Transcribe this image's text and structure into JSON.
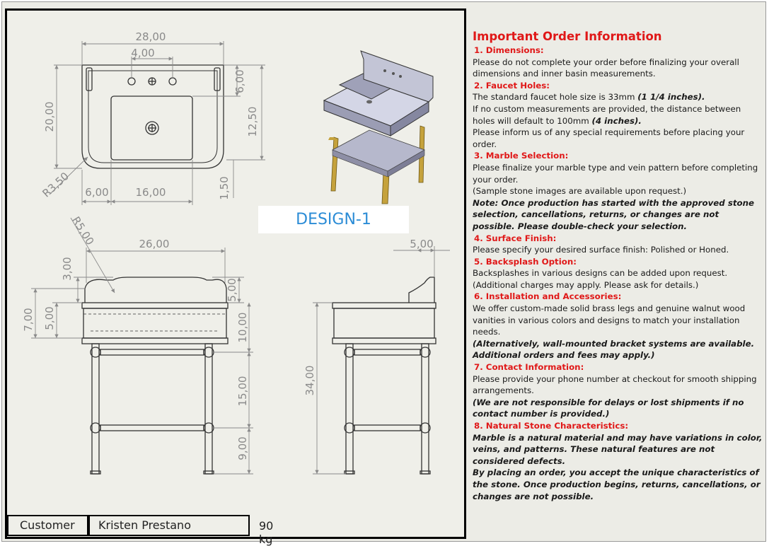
{
  "dimensions": {
    "top_view": {
      "width": "28,00",
      "hole_spacing": "4,00",
      "depth": "20,00",
      "rear_offset": "6,00",
      "front_depth": "12,50",
      "radius": "R3,50",
      "left_offset": "6,00",
      "basin_width": "16,00",
      "front_lip": "1,50"
    },
    "front_view": {
      "radius": "R5,00",
      "apron_width": "26,00",
      "backsplash_height": "3,00",
      "total_top": "7,00",
      "apron": "5,00",
      "right_top": "5,00",
      "skirt": "10,00",
      "mid_legs": "15,00",
      "lower_legs": "9,00"
    },
    "side_view": {
      "backsplash_depth": "5,00",
      "height": "34,00"
    }
  },
  "design_label": "DESIGN-1",
  "title_block": {
    "customer_label": "Customer",
    "customer_name": "Kristen Prestano",
    "weight": "90 kg"
  },
  "info": {
    "title": "Important Order Information",
    "sections": [
      {
        "heading": "1. Dimensions:",
        "lines": [
          "Please do not complete your order before finalizing your overall dimensions and inner basin measurements."
        ]
      },
      {
        "heading": "2. Faucet Holes:",
        "p1": "The standard faucet hole size is 33mm ",
        "p1b": "(1 1/4 inches).",
        "p2": "If no custom measurements are provided, the distance between holes will default to 100mm ",
        "p2b": "(4 inches).",
        "p3": "Please inform us of any special requirements before placing your order."
      },
      {
        "heading": "3. Marble Selection:",
        "p1": "Please finalize your marble type and vein pattern before completing your order.",
        "p2": "(Sample stone images are available upon request.)",
        "bold": "Note: Once production has started with the approved stone selection, cancellations, returns, or changes are not possible. Please double-check your selection."
      },
      {
        "heading": "4. Surface Finish:",
        "p1": "Please specify your desired surface finish: Polished or Honed."
      },
      {
        "heading": "5. Backsplash Option:",
        "p1": "Backsplashes in various designs can be added upon request.",
        "p2": "(Additional charges may apply. Please ask for details.)"
      },
      {
        "heading": "6. Installation and Accessories:",
        "p1": "We offer custom-made solid brass legs and genuine walnut wood vanities in various colors and designs to match your installation needs.",
        "bold": "(Alternatively, wall-mounted bracket systems are available. Additional orders and fees may apply.)"
      },
      {
        "heading": "7. Contact Information:",
        "p1": "Please provide your phone number at checkout for smooth shipping arrangements.",
        "bold": "(We are not responsible for delays or lost shipments if no contact number is provided.)"
      },
      {
        "heading": "8. Natural Stone Characteristics:",
        "bold": "Marble is a natural material and may have variations in color, veins, and patterns. These natural features are not considered defects.",
        "bold2": "By placing an order, you accept the unique characteristics of the stone. Once production begins, returns, cancellations, or changes are not possible."
      }
    ]
  }
}
